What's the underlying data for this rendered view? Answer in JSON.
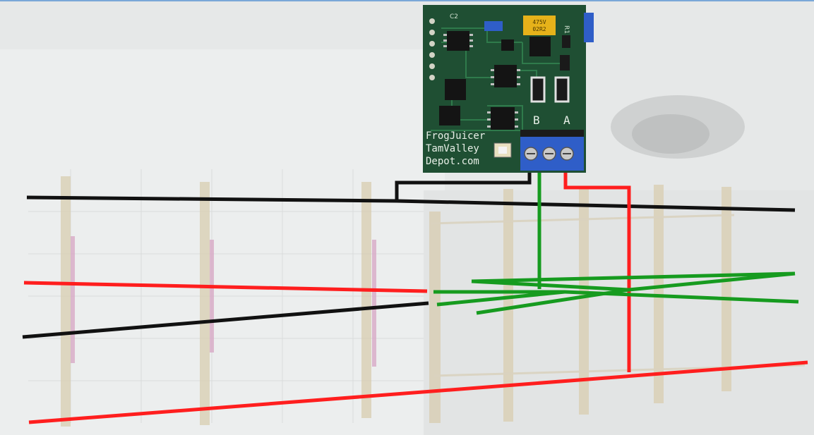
{
  "board": {
    "brand_line1": "FrogJuicer",
    "brand_line2": "TamValley",
    "brand_line3": "Depot.com",
    "terminal_b": "B",
    "terminal_a": "A",
    "ref_c2": "C2",
    "ref_r1": "R1",
    "cap_marking_1": "475V",
    "cap_marking_2": "02R2"
  },
  "colors": {
    "background": "#e6e8e8",
    "pcb": "#1f4f33",
    "terminal_block": "#2f5ec8",
    "wire_black": "#111111",
    "wire_red": "#ff1e1e",
    "wire_green": "#169b1f",
    "tie": "#d8cdb0"
  },
  "icons": {
    "terminal_screw": "terminal-screw-icon",
    "led": "led-icon"
  }
}
